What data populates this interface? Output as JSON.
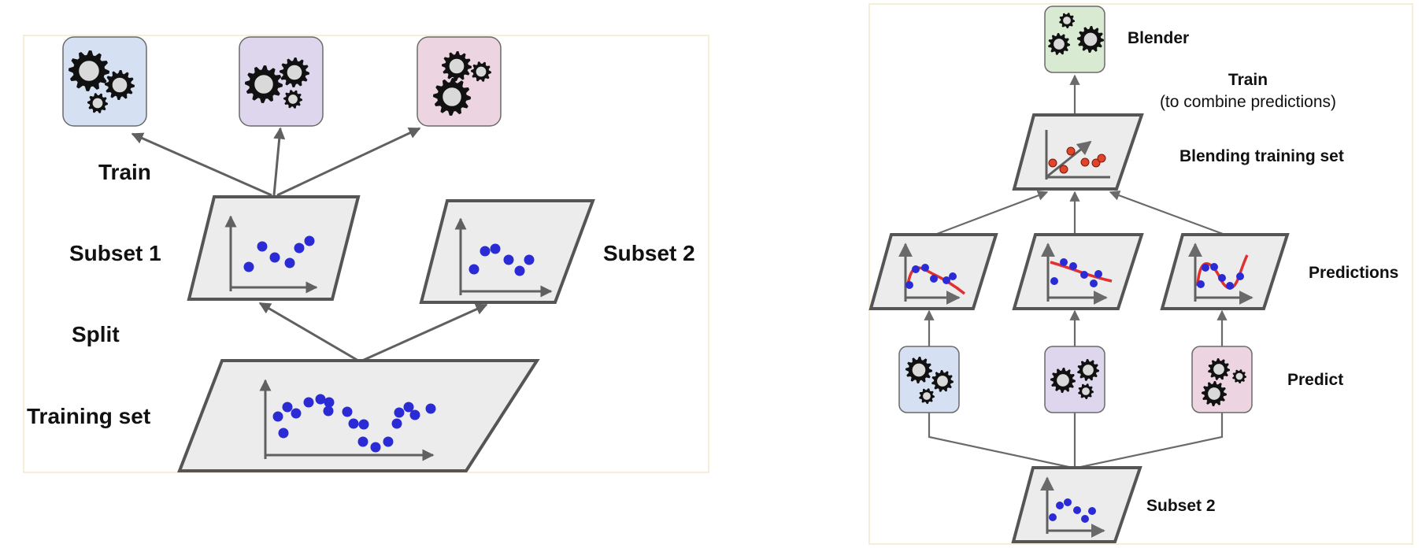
{
  "colors": {
    "plate_fill": "#ececec",
    "plate_stroke": "#555555",
    "blue_dot": "#2b2bd6",
    "red_dot": "#e0442a",
    "red_line": "#e03030",
    "predictor_blue": "#d5e1f3",
    "predictor_purple": "#ddd6ec",
    "predictor_pink": "#ecd5e0",
    "blender_green": "#d9ead3",
    "gear": "#111111"
  },
  "left_panel": {
    "labels": {
      "train": "Train",
      "subset1": "Subset 1",
      "subset2": "Subset 2",
      "split": "Split",
      "training_set": "Training set"
    },
    "predictors": [
      {
        "color": "blue",
        "icon": "gears-icon"
      },
      {
        "color": "purple",
        "icon": "gears-icon"
      },
      {
        "color": "pink",
        "icon": "gears-icon"
      }
    ]
  },
  "right_panel": {
    "labels": {
      "blender": "Blender",
      "train": "Train",
      "train_note": "(to combine predictions)",
      "blending_training_set": "Blending training set",
      "predictions": "Predictions",
      "predict": "Predict",
      "subset2": "Subset 2"
    },
    "predictors": [
      {
        "color": "blue",
        "icon": "gears-icon"
      },
      {
        "color": "purple",
        "icon": "gears-icon"
      },
      {
        "color": "pink",
        "icon": "gears-icon"
      }
    ]
  }
}
